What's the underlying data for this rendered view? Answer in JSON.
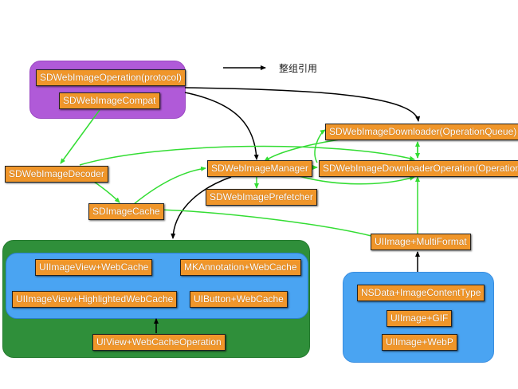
{
  "legend": {
    "text": "整组引用"
  },
  "nodes": {
    "operation_protocol": "SDWebImageOperation(protocol)",
    "compat": "SDWebImageCompat",
    "downloader": "SDWebImageDownloader(OperationQueue)",
    "decoder": "SDWebImageDecoder",
    "manager": "SDWebImageManager",
    "downloader_operation": "SDWebImageDownloaderOperation(Operation)",
    "prefetcher": "SDWebImagePrefetcher",
    "image_cache": "SDImageCache",
    "multi_format": "UIImage+MultiFormat",
    "imageview_webcache": "UIImageView+WebCache",
    "mkannotation_webcache": "MKAnnotation+WebCache",
    "imageview_highlighted": "UIImageView+HighlightedWebCache",
    "button_webcache": "UIButton+WebCache",
    "view_webcache_operation": "UIView+WebCacheOperation",
    "nsdata_content_type": "NSData+ImageContentType",
    "uiimage_gif": "UIImage+GIF",
    "uiimage_webp": "UIImage+WebP"
  },
  "colors": {
    "node_fill": "#f0962a",
    "green_arrow": "#33dd33",
    "black_arrow": "#000000",
    "purple_group": "#b05ad8",
    "green_group": "#2f8f3a",
    "blue_group": "#4aa4f2"
  }
}
